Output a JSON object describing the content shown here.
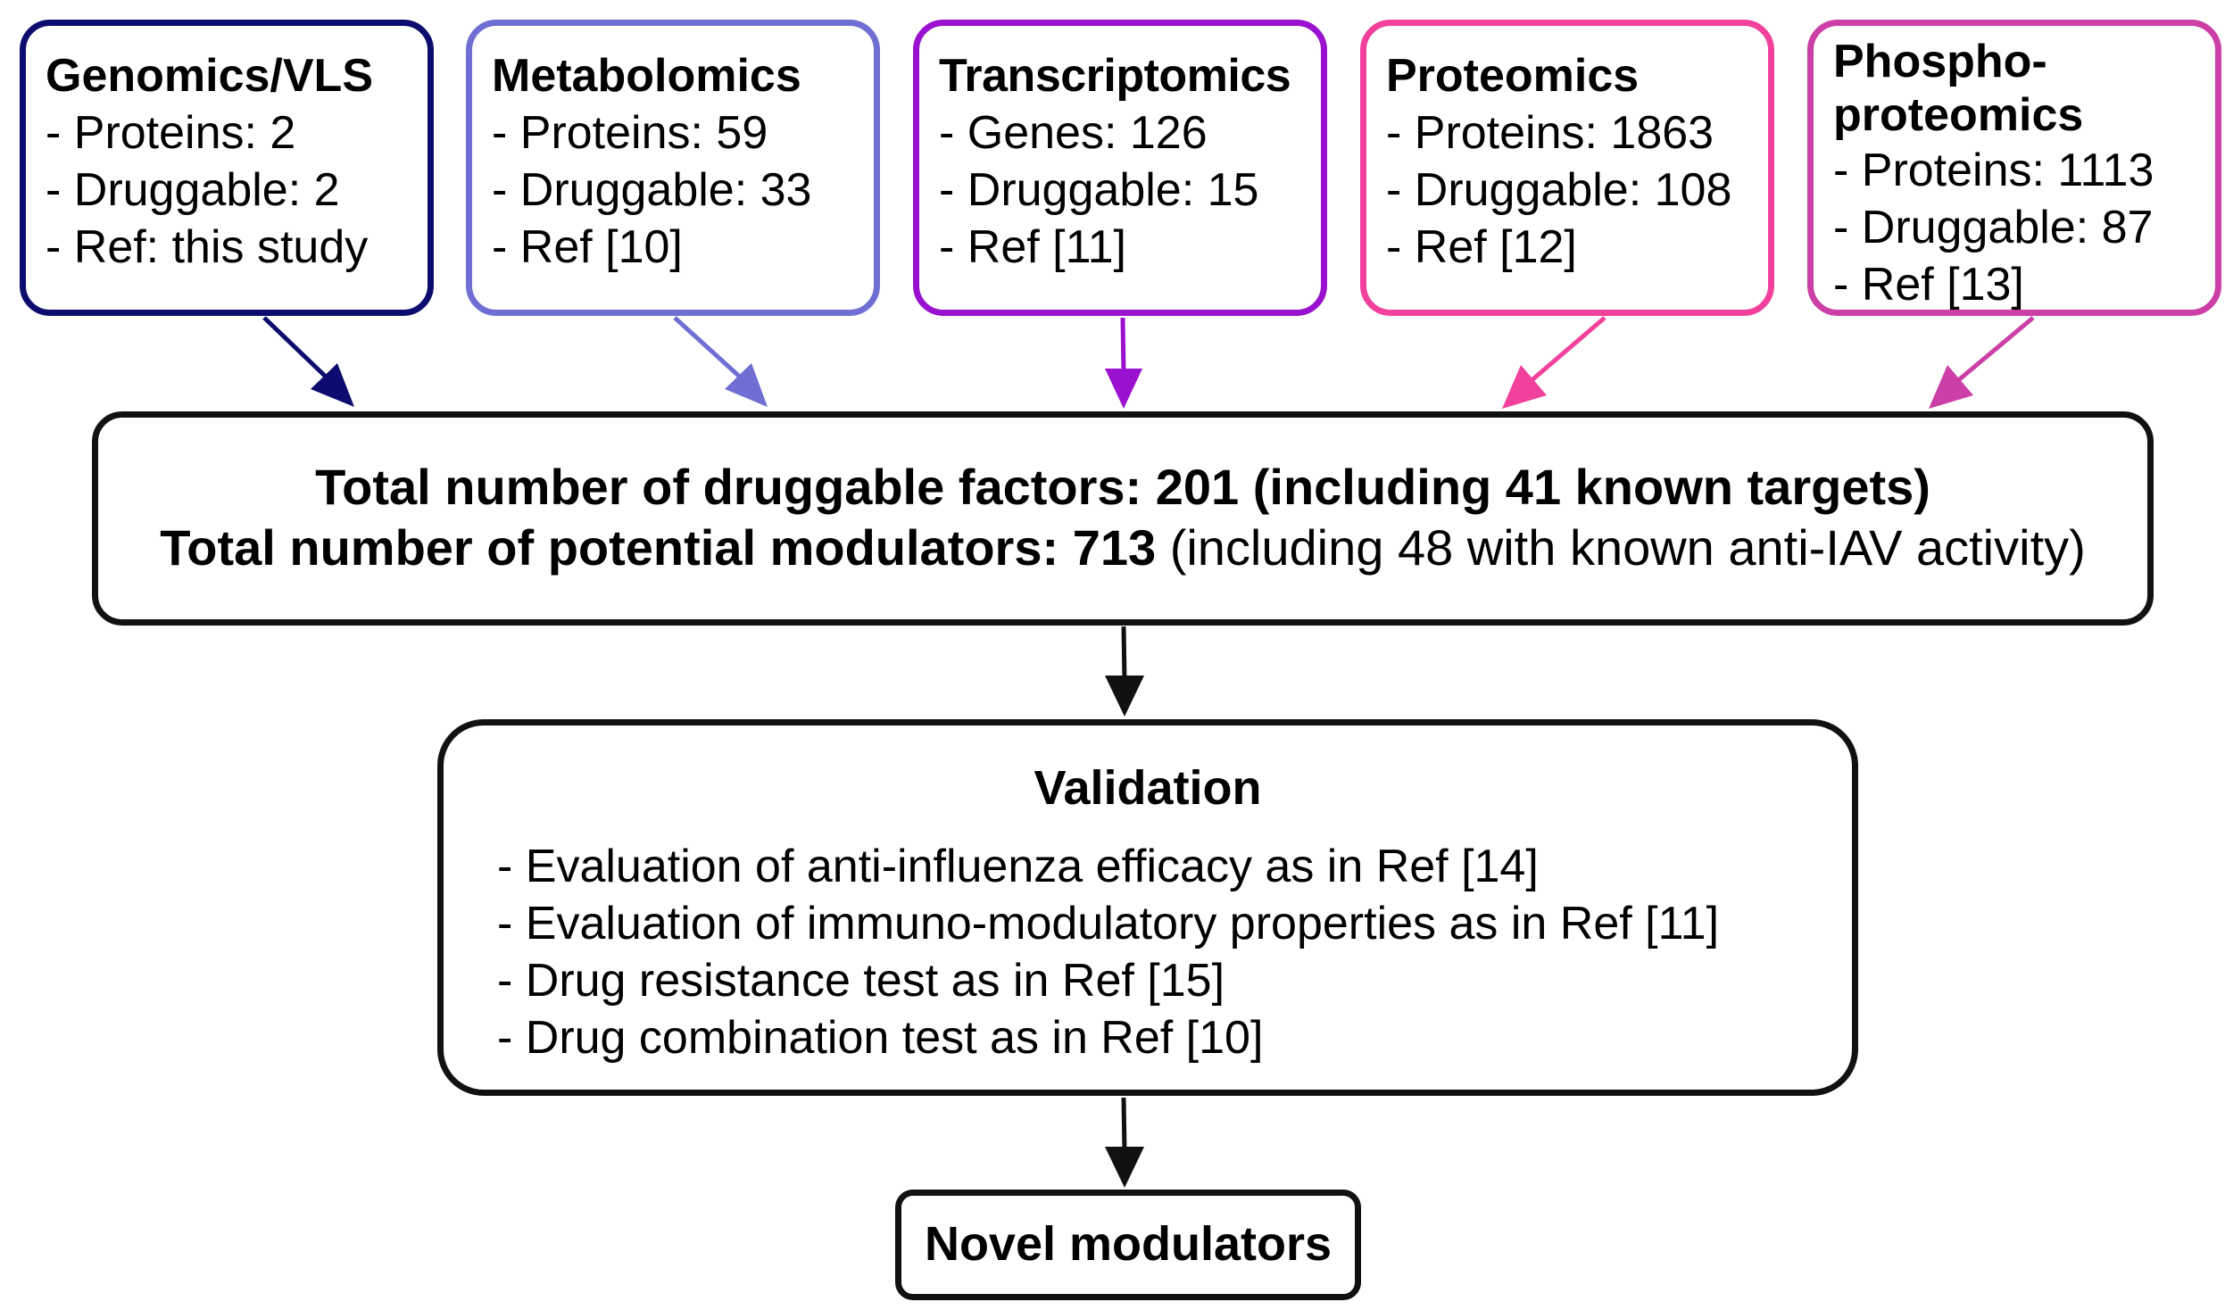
{
  "sources": [
    {
      "id": "genomics",
      "title": "Genomics/VLS",
      "lines": [
        "- Proteins: 2",
        "- Druggable: 2",
        "- Ref: this study"
      ],
      "color": "#0c0c6e"
    },
    {
      "id": "metabolomics",
      "title": "Metabolomics",
      "lines": [
        "- Proteins: 59",
        "- Druggable: 33",
        "- Ref [10]"
      ],
      "color": "#6f6fd3"
    },
    {
      "id": "transcriptomics",
      "title": "Transcriptomics",
      "lines": [
        "- Genes: 126",
        "- Druggable: 15",
        "- Ref [11]"
      ],
      "color": "#9a12cf"
    },
    {
      "id": "proteomics",
      "title": "Proteomics",
      "lines": [
        "- Proteins: 1863",
        "- Druggable: 108",
        "- Ref [12]"
      ],
      "color": "#f2419c"
    },
    {
      "id": "phospho",
      "title_line1": "Phospho-",
      "title_line2": "proteomics",
      "lines": [
        "- Proteins: 1113",
        "- Druggable: 87",
        "- Ref [13]"
      ],
      "color": "#cc3fa6"
    }
  ],
  "total": {
    "line1": "Total number of druggable factors: 201 (including 41 known targets)",
    "line2_bold": "Total number of potential modulators: 713",
    "line2_normal": " (including 48 with known anti-IAV activity)"
  },
  "validation": {
    "title": "Validation",
    "items": [
      "- Evaluation of anti-influenza efficacy as in Ref [14]",
      "- Evaluation of immuno-modulatory properties as in Ref [11]",
      "- Drug resistance test as in Ref [15]",
      "- Drug combination test as in Ref [10]"
    ]
  },
  "result": {
    "label": "Novel modulators"
  },
  "colors": {
    "connector": "#111111"
  }
}
